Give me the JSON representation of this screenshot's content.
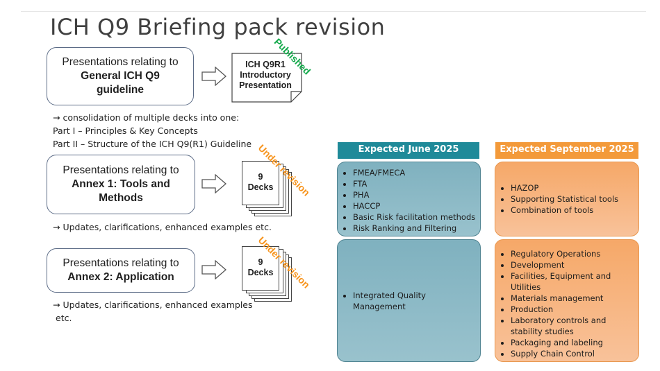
{
  "title": "ICH Q9 Briefing pack revision",
  "rows": [
    {
      "box_line1": "Presentations relating to",
      "box_line2": "General ICH Q9",
      "box_line3": "guideline",
      "doc_text": [
        "ICH Q9R1",
        "Introductory",
        "Presentation"
      ],
      "stamp": "Published",
      "stamp_color": "#12a84a",
      "notes": [
        "→ consolidation of multiple decks into one:",
        "Part I – Principles & Key Concepts",
        "Part II – Structure of the ICH Q9(R1) Guideline"
      ]
    },
    {
      "box_line1": "Presentations relating to",
      "box_line2": "Annex 1: Tools and",
      "box_line3": "Methods",
      "deck_count": "9",
      "deck_label": "Decks",
      "stamp": "Under revision",
      "stamp_color": "#f7941d",
      "notes": [
        "→ Updates, clarifications, enhanced examples etc."
      ]
    },
    {
      "box_line1": "Presentations relating to",
      "box_line2": "Annex 2: Application",
      "deck_count": "9",
      "deck_label": "Decks",
      "stamp": "Under revision",
      "stamp_color": "#f7941d",
      "notes": [
        "→ Updates, clarifications, enhanced examples",
        "etc."
      ]
    }
  ],
  "expected_june": {
    "header": "Expected June 2025",
    "header_color": "#1f8a99",
    "box1": [
      "FMEA/FMECA",
      "FTA",
      "PHA",
      "HACCP",
      "Basic Risk facilitation methods",
      "Risk Ranking and Filtering"
    ],
    "box2": [
      "Integrated Quality Management"
    ]
  },
  "expected_september": {
    "header": "Expected September 2025",
    "header_color": "#f39a3a",
    "box1": [
      "HAZOP",
      "Supporting Statistical tools",
      "Combination of tools"
    ],
    "box2": [
      "Regulatory Operations",
      "Development",
      "Facilities, Equipment and Utilities",
      "Materials management",
      "Production",
      "Laboratory controls and stability studies",
      "Packaging and labeling",
      "Supply Chain Control"
    ]
  }
}
